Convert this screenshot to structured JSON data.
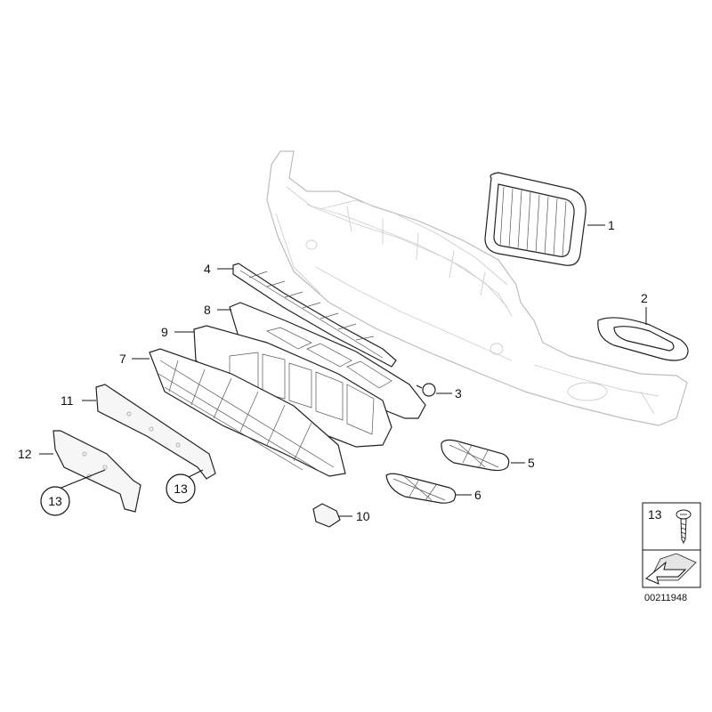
{
  "callouts": [
    {
      "id": "1",
      "text": "1"
    },
    {
      "id": "2",
      "text": "2"
    },
    {
      "id": "3",
      "text": "3"
    },
    {
      "id": "4",
      "text": "4"
    },
    {
      "id": "5",
      "text": "5"
    },
    {
      "id": "6",
      "text": "6"
    },
    {
      "id": "7",
      "text": "7"
    },
    {
      "id": "8",
      "text": "8"
    },
    {
      "id": "9",
      "text": "9"
    },
    {
      "id": "10",
      "text": "10"
    },
    {
      "id": "11",
      "text": "11"
    },
    {
      "id": "12",
      "text": "12"
    },
    {
      "id": "13a",
      "text": "13"
    },
    {
      "id": "13b",
      "text": "13"
    }
  ],
  "legend_box": {
    "part_number": "13"
  },
  "diagram_code": "00211948"
}
